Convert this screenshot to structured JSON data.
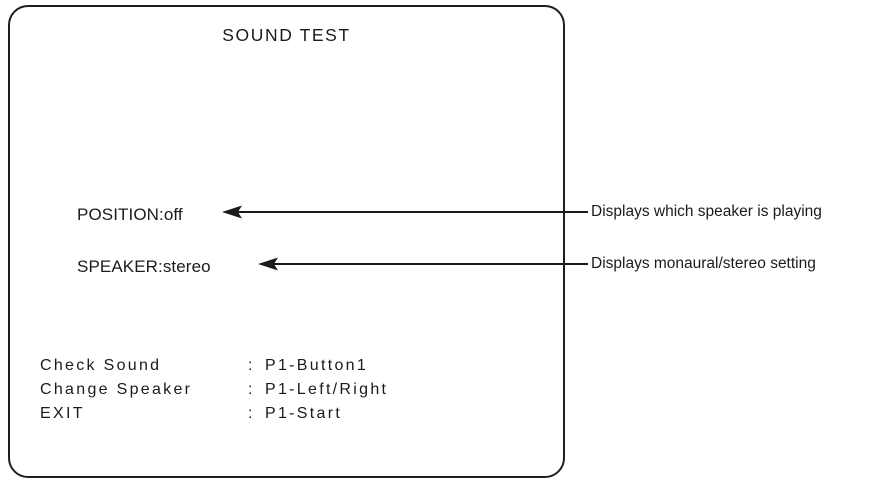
{
  "screen": {
    "title": "SOUND TEST",
    "status": {
      "position_line": "POSITION:off",
      "speaker_line": "SPEAKER:stereo"
    },
    "commands": {
      "separator": ":",
      "rows": [
        {
          "label": "Check Sound",
          "value": "P1-Button1"
        },
        {
          "label": "Change Speaker",
          "value": "P1-Left/Right"
        },
        {
          "label": "EXIT",
          "value": "P1-Start"
        }
      ]
    }
  },
  "annotations": [
    {
      "text": "Displays which speaker is playing"
    },
    {
      "text": "Displays monaural/stereo setting"
    }
  ],
  "colors": {
    "ink": "#1b1b1b",
    "panel_border": "#1f1f1f",
    "background": "#ffffff"
  }
}
